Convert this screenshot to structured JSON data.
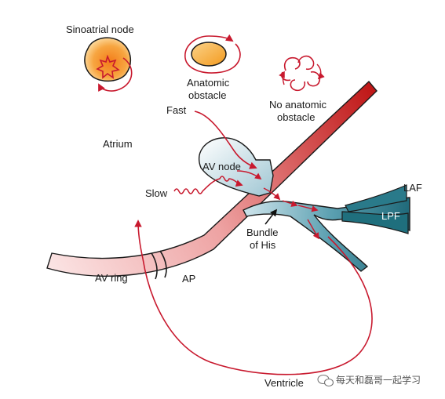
{
  "labels": {
    "sinoatrial_node": "Sinoatrial node",
    "anatomic_obstacle_line1": "Anatomic",
    "anatomic_obstacle_line2": "obstacle",
    "no_anatomic_obstacle_line1": "No anatomic",
    "no_anatomic_obstacle_line2": "obstacle",
    "fast": "Fast",
    "atrium": "Atrium",
    "av_node": "AV node",
    "slow": "Slow",
    "laf": "LAF",
    "lpf": "LPF",
    "bundle_of_his_line1": "Bundle",
    "bundle_of_his_line2": "of His",
    "av_ring": "AV ring",
    "ap": "AP",
    "ventricle": "Ventricle"
  },
  "watermark": {
    "text": "每天和磊哥一起学习"
  },
  "colors": {
    "arrow_red": "#c8192e",
    "node_orange": "#f59a1e",
    "node_yellow": "#fde3a4",
    "pathway_red": "#c41a1a",
    "pathway_pink": "#f9d8d8",
    "his_blue": "#a9cfdc",
    "fascicle_teal": "#1f6f7d"
  }
}
